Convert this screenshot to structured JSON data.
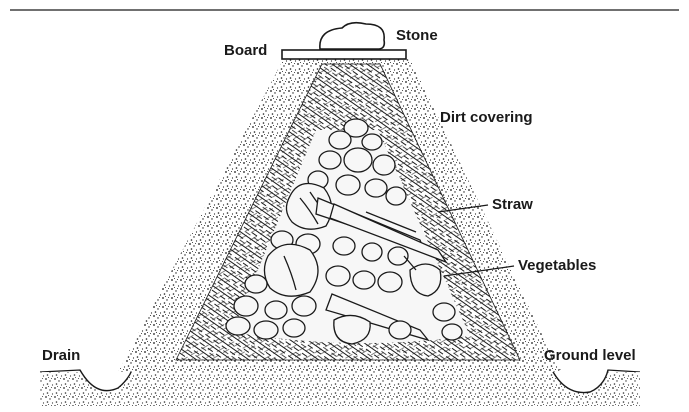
{
  "labels": {
    "stone": "Stone",
    "board": "Board",
    "dirt_covering": "Dirt covering",
    "straw": "Straw",
    "vegetables": "Vegetables",
    "drain": "Drain",
    "ground_level": "Ground level"
  },
  "colors": {
    "ink": "#1a1a1a",
    "paper": "#ffffff",
    "straw_fill": "#ececec",
    "vegetable_fill": "#f7f7f7"
  }
}
